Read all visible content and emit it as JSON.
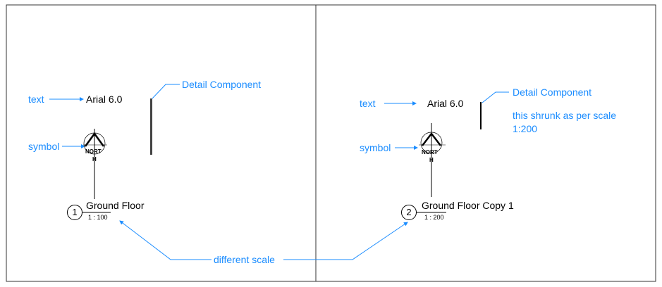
{
  "left_view": {
    "text_label": "text",
    "text_sample": "Arial 6.0",
    "symbol_label": "symbol",
    "north_text_1": "NORT",
    "north_text_2": "H",
    "detail_label": "Detail Component",
    "view_number": "1",
    "view_title": "Ground Floor",
    "view_scale": "1 : 100"
  },
  "right_view": {
    "text_label": "text",
    "text_sample": "Arial 6.0",
    "symbol_label": "symbol",
    "north_text_1": "NORT",
    "north_text_2": "H",
    "detail_label": "Detail Component",
    "detail_note_1": "this shrunk as per scale",
    "detail_note_2": "1:200",
    "view_number": "2",
    "view_title": "Ground Floor Copy 1",
    "view_scale": "1 : 200"
  },
  "shared_annotation": "different scale",
  "colors": {
    "annotation": "#1a8cff",
    "drawing": "#000000"
  }
}
